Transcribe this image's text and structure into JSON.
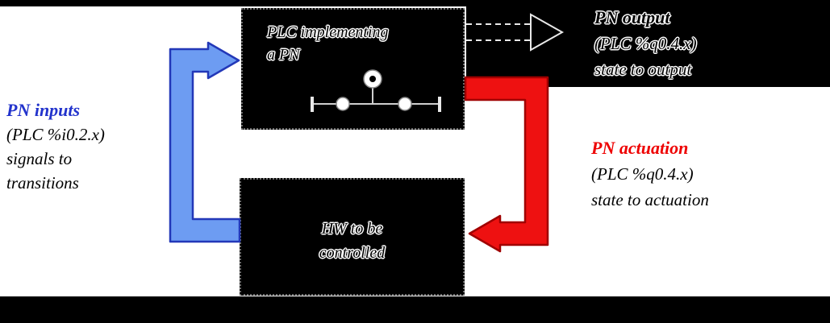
{
  "diagram": {
    "plc_box": {
      "line1": "PLC implementing",
      "line2": "a PN"
    },
    "hw_box": {
      "line1": "HW to be",
      "line2": "controlled"
    },
    "pn_inputs": {
      "title": "PN inputs",
      "line2": "(PLC %i0.2.x)",
      "line3": "signals to",
      "line4": "transitions"
    },
    "pn_output": {
      "title": "PN output",
      "line2": "(PLC %q0.4.x)",
      "line3": "state to output"
    },
    "pn_actuation": {
      "title": "PN actuation",
      "line2": "(PLC %q0.4.x)",
      "line3": "state to actuation"
    }
  },
  "colors": {
    "page_background": "#000000",
    "canvas_white": "#ffffff",
    "blue_arrow_fill": "#6d9cf2",
    "blue_arrow_stroke": "#2338b8",
    "red_arrow_fill": "#ee1111",
    "red_arrow_stroke": "#a00000",
    "dashed_arrow": "#e8e8e8",
    "pn_inputs_text": "#2233cc",
    "pn_actuation_text": "#ee0000"
  }
}
